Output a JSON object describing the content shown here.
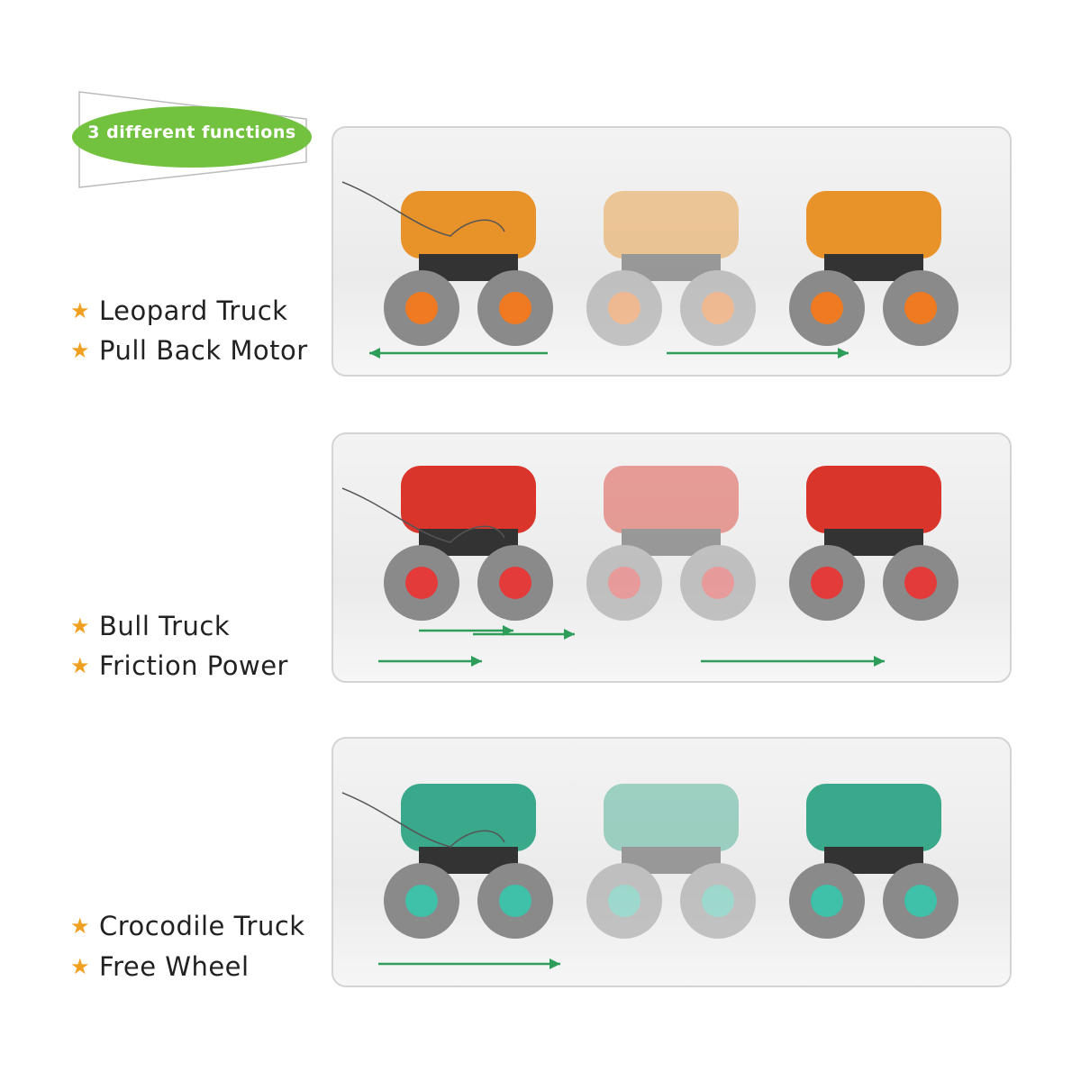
{
  "badge": {
    "text": "3 different functions",
    "color": "#72c240"
  },
  "arrow_color": "#2e9d5a",
  "sections": [
    {
      "name": "Leopard Truck",
      "feature": "Pull Back Motor",
      "truck_color": "#e8922a",
      "wheel_color": "#f07a22"
    },
    {
      "name": "Bull Truck",
      "feature": "Friction Power",
      "truck_color": "#d9352a",
      "wheel_color": "#e33a3a"
    },
    {
      "name": "Crocodile Truck",
      "feature": "Free Wheel",
      "truck_color": "#3aa88a",
      "wheel_color": "#3fc0a8"
    }
  ]
}
